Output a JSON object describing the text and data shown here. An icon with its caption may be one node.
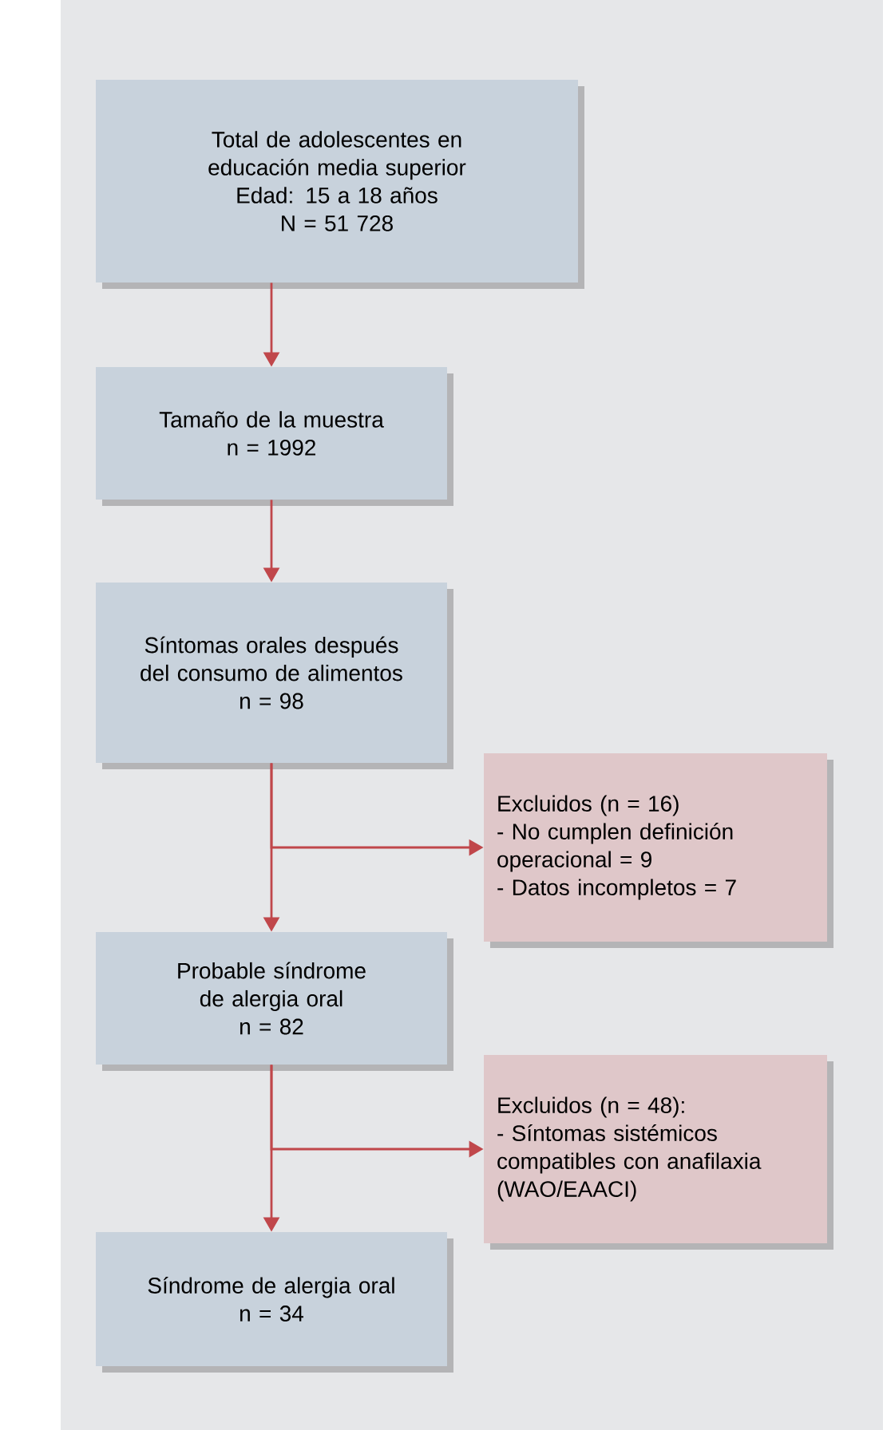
{
  "diagram": {
    "nodes": [
      {
        "text": [
          "Total de adolescentes en educación media superior",
          "Edad: 15 a 18 años",
          "N = 51 728"
        ]
      },
      {
        "text": [
          "Tamaño de la muestra",
          "n = 1992"
        ]
      },
      {
        "text": [
          "Síntomas orales después del consumo de alimentos",
          "n = 98"
        ]
      },
      {
        "text": [
          "Excluidos (n = 16)",
          "- No cumplen definición operacional = 9",
          "- Datos incompletos = 7"
        ]
      },
      {
        "text": [
          "Probable síndrome de alergia oral",
          "n = 82"
        ]
      },
      {
        "text": [
          "Excluidos (n = 48):",
          "- Síntomas sistémicos compatibles con anafilaxia (WAO/EAACI)"
        ]
      },
      {
        "text": [
          "Síndrome de alergia oral",
          "n = 34"
        ]
      }
    ],
    "edges": [
      {
        "from": 0,
        "to": 1,
        "arrow": "to"
      },
      {
        "from": 1,
        "to": 2,
        "arrow": "to"
      },
      {
        "from": 2,
        "to": 3,
        "arrow": "to"
      },
      {
        "from": 2,
        "to": 4,
        "arrow": "to"
      },
      {
        "from": 4,
        "to": 5,
        "arrow": "to"
      },
      {
        "from": 4,
        "to": 6,
        "arrow": "to"
      }
    ]
  }
}
